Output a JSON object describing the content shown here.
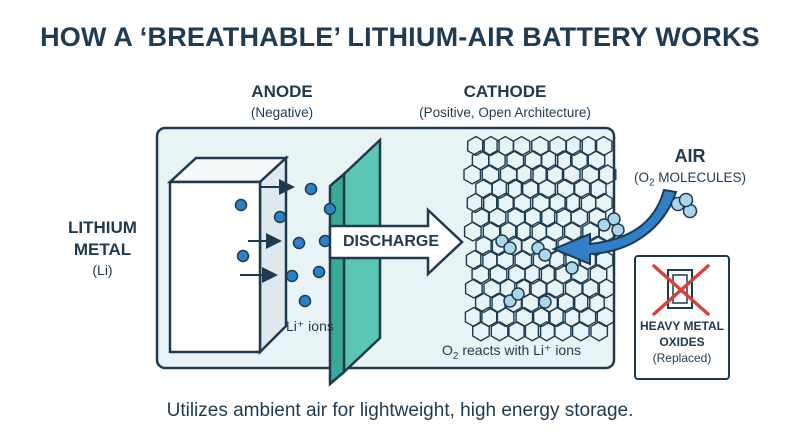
{
  "title": "HOW A ‘BREATHABLE’ LITHIUM-AIR BATTERY WORKS",
  "anode": {
    "label": "ANODE",
    "sub": "(Negative)"
  },
  "cathode": {
    "label": "CATHODE",
    "sub": "(Positive, Open Architecture)"
  },
  "lithium": {
    "line1": "LITHIUM",
    "line2": "METAL",
    "sub": "(Li)"
  },
  "ions_label": "Li⁺ ions",
  "discharge_label": "DISCHARGE",
  "air": {
    "label": "AIR",
    "sub_prefix": "(O",
    "sub_subscript": "2",
    "sub_suffix": " MOLECULES)"
  },
  "reaction": {
    "prefix": "O",
    "subscript": "2",
    "suffix": " reacts with Li⁺ ions"
  },
  "replaced_box": {
    "line1": "HEAVY METAL",
    "line2": "OXIDES",
    "line3": "(Replaced)"
  },
  "caption": "Utilizes ambient air for lightweight, high energy storage.",
  "colors": {
    "navy": "#1f3a4f",
    "panel_fill": "#e8f3f5",
    "panel_stroke": "#1f3a4f",
    "separator_teal": "#4fbfae",
    "ion_blue": "#2d7fc6",
    "o2_light_blue": "#a9d6ea",
    "air_arrow_blue": "#2f80c8",
    "cross_red": "#d6423a"
  },
  "icons": [
    "right-arrow-icon",
    "discharge-arrow-icon",
    "air-arrow-icon",
    "o2-molecule-icon",
    "crossed-out-oxide-icon"
  ]
}
